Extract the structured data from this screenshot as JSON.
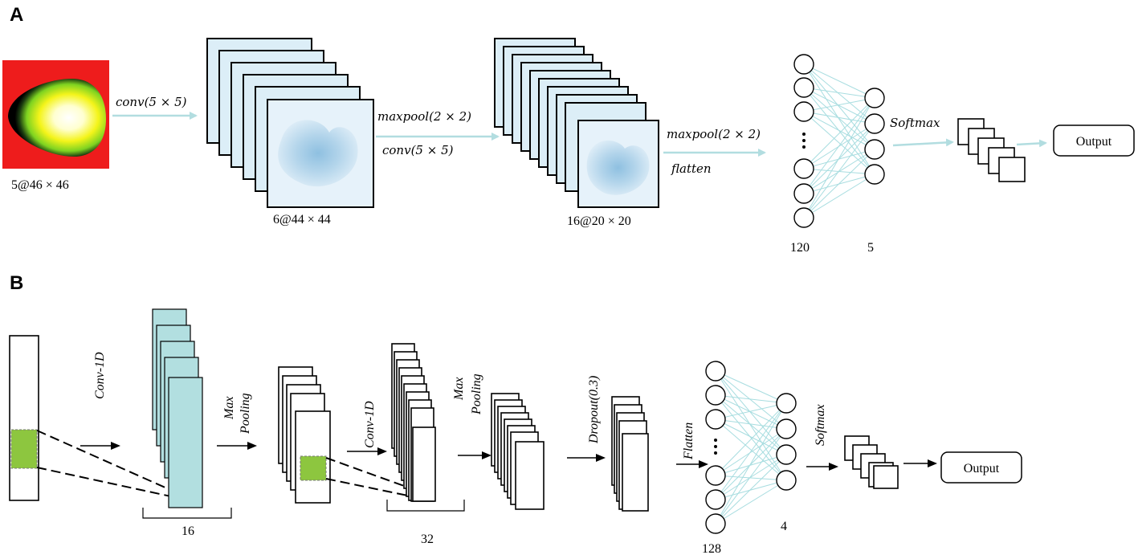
{
  "panel_a": {
    "label": "A",
    "input_label": "5@46 × 46",
    "op_conv1": "conv(5 × 5)",
    "fmap1_label": "6@44 × 44",
    "op_pool1": "maxpool(2 × 2)",
    "op_conv2": "conv(5 × 5)",
    "fmap2_label": "16@20 × 20",
    "op_pool2": "maxpool(2 × 2)",
    "op_flatten": "flatten",
    "dense1_label": "120",
    "dense2_label": "5",
    "softmax_label": "Softmax",
    "output_label": "Output"
  },
  "panel_b": {
    "label": "B",
    "op_conv1": "Conv-1D",
    "conv1_filters": "16",
    "op_pool1_line1": "Max",
    "op_pool1_line2": "Pooling",
    "op_conv2": "Conv-1D",
    "conv2_filters": "32",
    "op_pool2_line1": "Max",
    "op_pool2_line2": "Pooling",
    "op_dropout": "Dropout(0.3)",
    "op_flatten": "Flatten",
    "dense1_label": "128",
    "dense2_label": "4",
    "softmax_label": "Softmax",
    "output_label": "Output"
  },
  "colors": {
    "feature_map_teal": "#b2dfe0",
    "connection_line": "#a8dde0",
    "kernel_green": "#8dc63f",
    "heatmap_red": "#ee1c1c",
    "heatmap_yellow": "#ffff22"
  }
}
